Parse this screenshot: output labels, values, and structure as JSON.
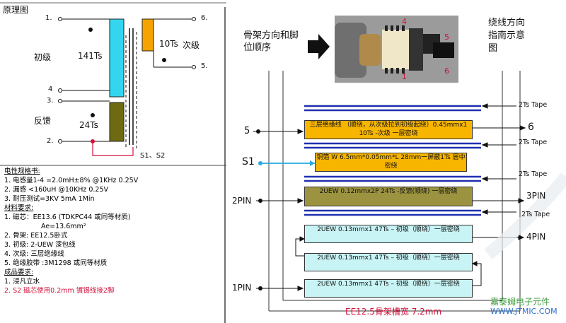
{
  "schematic": {
    "title": "原理图",
    "pins": {
      "p1": "1.",
      "p4": "4",
      "p3": "3.",
      "p2": "2.",
      "p6": "6.",
      "p5": "5."
    },
    "primary_label": "初级",
    "primary_turns": "141Ts",
    "feedback_label": "反馈",
    "feedback_turns": "24Ts",
    "secondary_turns": "10Ts",
    "secondary_label": "次级",
    "shield_label": "S1、S2"
  },
  "specs": {
    "elec_title": "电性规格书:",
    "elec_1": "1. 电感量1-4 =2.0mH±8% @1KHz 0.25V",
    "elec_2": "2. 漏感 <160uH @10KHz 0.25V",
    "elec_3": "3. 耐压测试=3KV 5mA 1Min",
    "mat_title": "材料要求:",
    "mat_1": "1. 磁芯：EE13.6 (TDKPC44 或同等材质)",
    "mat_1b": "Ae=13.6mm²",
    "mat_2": "2. 骨架: EE12.5卧式",
    "mat_3": "3. 初级: 2-UEW 漆包线",
    "mat_4": "4. 次级: 三层绝缘线",
    "mat_5": "5. 绝缘胶带 :3M1298 或同等材质",
    "prod_title": "成品要求:",
    "prod_1": "1. 浸凡立水",
    "prod_2": "2. S2 磁芯使用0.2mm 镀锡线接2脚"
  },
  "photo": {
    "caption": "骨架方向和脚位顺序",
    "pin_4": "4",
    "pin_5": "5",
    "pin_6": "6",
    "pin_1": "1"
  },
  "winding": {
    "direction_label": "绕线方向指南示意图",
    "tape_1": "2Ts Tape",
    "tape_2": "2Ts Tape",
    "tape_3": "2Ts Tape",
    "tape_4": "2Ts Tape",
    "layer_secondary": "三层绝缘线 （顺绕，从次级拉到初级起绕）0.45mmx1 10Ts -次级 一层密绕",
    "layer_shield": "铜箔 W 6.5mm*0.05mm*L 28mm一屏蔽1Ts 居中密绕",
    "layer_feedback": "2UEW 0.12mmx2P 24Ts -反馈(顺绕) 一层密绕",
    "layer_primary_3": "2UEW 0.13mmx1 47Ts – 初级（顺绕）一层密绕",
    "layer_primary_2": "2UEW 0.13mmx1 47Ts – 初级（顺绕）一层密绕",
    "layer_primary_1": "2UEW 0.13mmx1 47Ts – 初级（顺绕）一层密绕",
    "pin_5": "5",
    "pin_6": "6",
    "pin_s1": "S1",
    "pin_2": "2PIN",
    "pin_3": "3PIN",
    "pin_4": "4PIN",
    "pin_1": "1PIN",
    "bobbin_width": "EE12.5骨架槽宽 7.2mm"
  },
  "watermark": {
    "line1": "嘉泰姆电子元件",
    "line2": "WWW.JTMIC.COM"
  },
  "colors": {
    "cyan": "#33d6ee",
    "olive": "#6e6a12",
    "orange": "#f5a300",
    "layer_orange": "#f7b500",
    "layer_olive": "#9b9340",
    "layer_cyan": "#c8f4f6",
    "blue_line": "#1f2fb0",
    "red": "#d0103a",
    "arrow_blue": "#2aa8e0"
  }
}
